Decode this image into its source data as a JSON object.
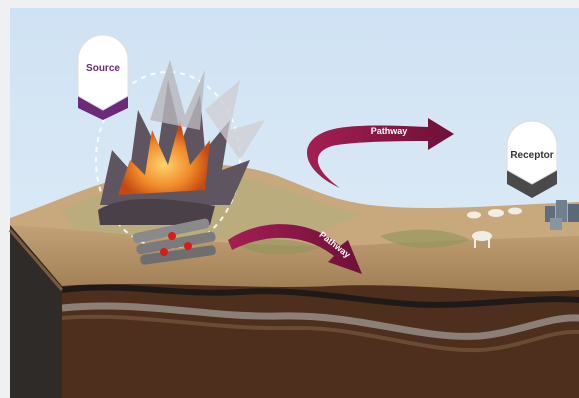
{
  "labels": {
    "source": "Source",
    "pathway_air": "Pathway",
    "pathway_ground": "Pathway",
    "receptor": "Receptor"
  },
  "colors": {
    "sky": "#d9e7f4",
    "source_accent": "#6b2a7a",
    "pathway_arrow": "#7f1544",
    "receptor_accent": "#4a4a4a",
    "soil_dark": "#3a2418",
    "ground_surface": "#b08a5a"
  },
  "icons": [
    "source-pin-icon",
    "receptor-pin-icon",
    "explosion-icon",
    "munitions-icon",
    "livestock-icon",
    "buildings-icon"
  ]
}
